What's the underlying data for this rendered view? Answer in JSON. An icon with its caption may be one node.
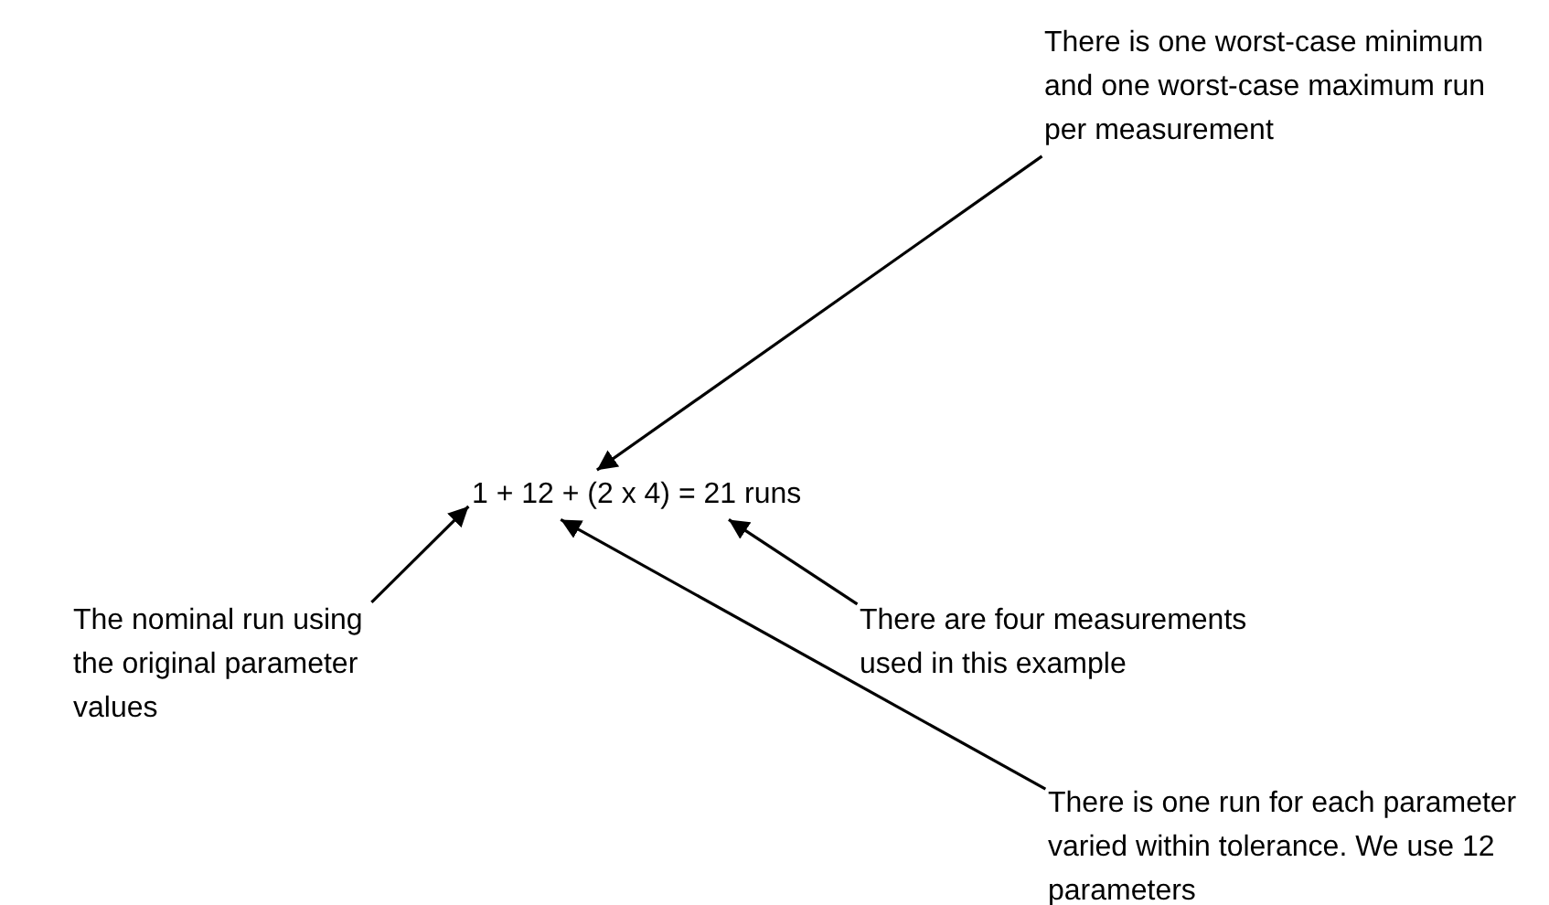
{
  "diagram": {
    "nodes": [
      {
        "text": [
          "There is one worst-case minimum and one worst-case maximum run per measurement"
        ]
      },
      {
        "text": [
          "1 + 12 + (2 x 4) = 21 runs"
        ]
      },
      {
        "text": [
          "The nominal run using the original parameter values"
        ]
      },
      {
        "text": [
          "There are four measurements used in this example"
        ]
      },
      {
        "text": [
          "There is one run for each parameter varied within tolerance. We use 12 parameters"
        ]
      }
    ],
    "edges": [
      {
        "from": 0,
        "to": 1,
        "arrow": "to"
      },
      {
        "from": 2,
        "to": 1,
        "arrow": "to"
      },
      {
        "from": 3,
        "to": 1,
        "arrow": "to"
      },
      {
        "from": 4,
        "to": 1,
        "arrow": "to"
      }
    ]
  }
}
